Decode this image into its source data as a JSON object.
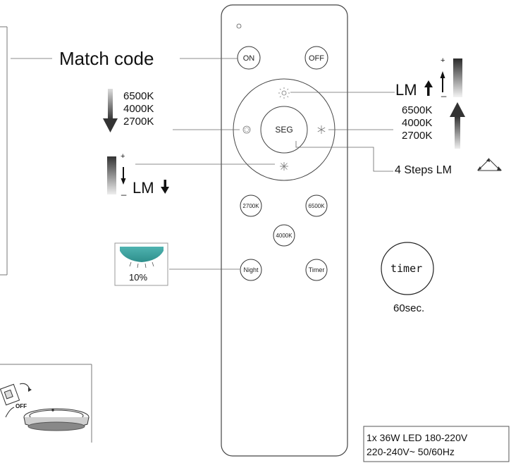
{
  "remote": {
    "on_label": "ON",
    "off_label": "OFF",
    "seg_label": "SEG",
    "btn_2700k": "2700K",
    "btn_6500k": "6500K",
    "btn_4000k": "4000K",
    "night_label": "Night",
    "timer_label": "Timer"
  },
  "callouts": {
    "match_code": "Match code",
    "left_temps": [
      "6500K",
      "4000K",
      "2700K"
    ],
    "right_temps": [
      "6500K",
      "4000K",
      "2700K"
    ],
    "lm_up": "LM",
    "lm_down": "LM",
    "plus": "+",
    "minus": "_",
    "four_steps": "4 Steps LM",
    "night_percent": "10%",
    "timer_circle": "timer",
    "timer_duration": "60sec.",
    "off_switch": "OFF"
  },
  "specs": {
    "line1": "1x 36W LED 180-220V",
    "line2": "220-240V~ 50/60Hz"
  }
}
